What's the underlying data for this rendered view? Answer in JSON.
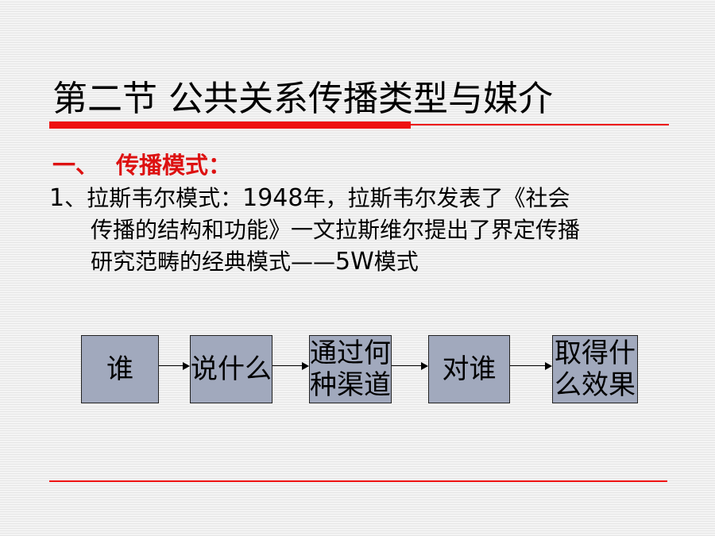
{
  "title": "第二节   公共关系传播类型与媒介",
  "section": {
    "number": "一、",
    "heading": "传播模式："
  },
  "paragraph": {
    "number": "1",
    "line1_rest": "、拉斯韦尔模式：",
    "year": "1948",
    "line1_end": "年，拉斯韦尔发表了《社会",
    "line2": "传播的结构和功能》一文拉斯维尔提出了界定传播",
    "line3_start": "研究范畴的经典模式——",
    "line3_model": "5W",
    "line3_end": "模式"
  },
  "flow": {
    "boxes": [
      {
        "lines": [
          "谁"
        ]
      },
      {
        "lines": [
          "说什么"
        ]
      },
      {
        "lines": [
          "通过何",
          "种渠道"
        ]
      },
      {
        "lines": [
          "对谁"
        ]
      },
      {
        "lines": [
          "取得什",
          "么效果"
        ]
      }
    ]
  },
  "colors": {
    "accent": "#ee1111",
    "box_fill": "#a1a9bd",
    "background": "#f4f4f4"
  }
}
